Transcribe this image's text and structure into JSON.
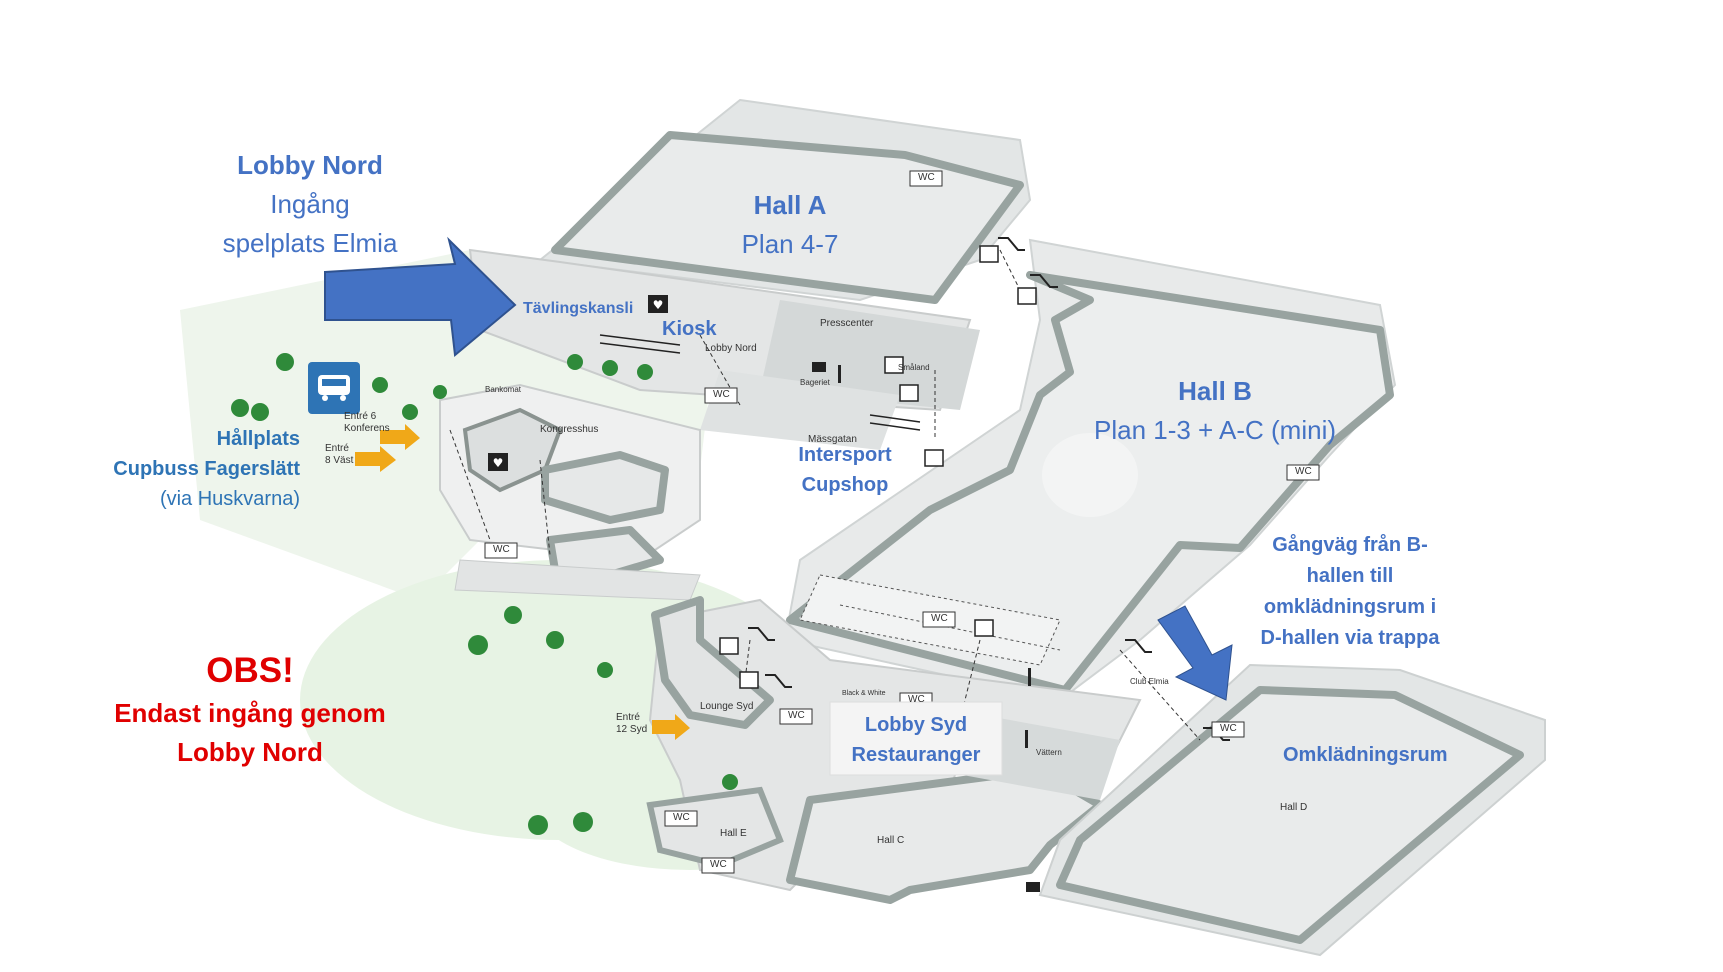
{
  "colors": {
    "annotation_blue": "#4472c4",
    "stop_blue": "#2e74b5",
    "warning_red": "#e00000",
    "arrow_blue": "#4472c4",
    "entrance_arrow": "#f0a818",
    "wall_gray": "#9aa5a2",
    "floor_gray": "#e6e8e8",
    "grass_green": "#e3f2df",
    "tree_green": "#2f8a3a"
  },
  "callouts": {
    "lobby_nord_title": "Lobby Nord",
    "lobby_nord_line1": "Ingång",
    "lobby_nord_line2": "spelplats Elmia",
    "hall_a_title": "Hall A",
    "hall_a_sub": "Plan 4-7",
    "hall_b_title": "Hall B",
    "hall_b_sub": "Plan 1-3 + A-C (mini)",
    "tavlingskansli": "Tävlingskansli",
    "kiosk": "Kiosk",
    "intersport_1": "Intersport",
    "intersport_2": "Cupshop",
    "hallplats_1": "Hållplats",
    "hallplats_2": "Cupbuss Fagerslätt",
    "hallplats_3": "(via Huskvarna)",
    "gangvag_1": "Gångväg från B-",
    "gangvag_2": "hallen till",
    "gangvag_3": "omklädningsrum i",
    "gangvag_4": "D-hallen via trappa",
    "lobby_syd_1": "Lobby Syd",
    "lobby_syd_2": "Restauranger",
    "omkladningsrum": "Omklädningsrum",
    "obs_title": "OBS!",
    "obs_line1": "Endast ingång genom",
    "obs_line2": "Lobby Nord"
  },
  "map_labels": {
    "wc": "WC",
    "presscenter": "Presscenter",
    "lobby_nord_small": "Lobby Nord",
    "bageriet": "Bageriet",
    "smaland": "Småland",
    "massgatan": "Mässgatan",
    "bankomat": "Bankomat",
    "kongresshus": "Kongresshus",
    "entre6_1": "Entré 6",
    "entre6_2": "Konferens",
    "entre8_1": "Entré",
    "entre8_2": "8 Väst",
    "entre12_1": "Entré",
    "entre12_2": "12 Syd",
    "lounge_syd": "Lounge Syd",
    "black_white": "Black & White",
    "vattern": "Vättern",
    "club_elmia": "Club Elmia",
    "hall_c": "Hall C",
    "hall_d": "Hall D",
    "hall_e": "Hall E"
  },
  "icons": [
    "bus-stop-icon",
    "defibrillator-icon",
    "elevator-icon",
    "escalator-icon",
    "stairs-icon",
    "restaurant-icon",
    "cafe-icon",
    "atm-icon",
    "info-icon",
    "tree-icon"
  ]
}
